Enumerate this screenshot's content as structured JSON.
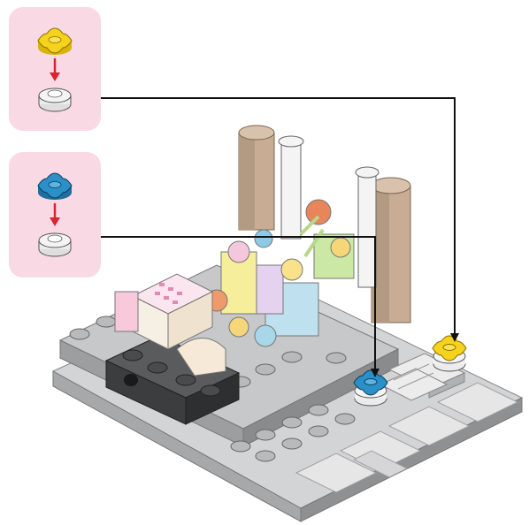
{
  "colors": {
    "callout_background": "#f9d9e3",
    "yellow_piece": "#f5d21c",
    "blue_piece": "#2b8fc8",
    "white_piece": "#f4f4f4",
    "arrow_red": "#d8262c",
    "leader_line": "#111111",
    "baseplate": "#c9cacc",
    "dark_brick": "#4a4b4d",
    "tan_pillar": "#c8ad94"
  },
  "icons": {
    "callout_1_top": "yellow-round-plate-icon",
    "callout_1_bottom": "white-round-plate-icon",
    "callout_2_top": "blue-round-plate-icon",
    "callout_2_bottom": "white-round-plate-icon"
  },
  "steps": [
    {
      "from": "yellow",
      "to": "white"
    },
    {
      "from": "blue",
      "to": "white"
    }
  ]
}
